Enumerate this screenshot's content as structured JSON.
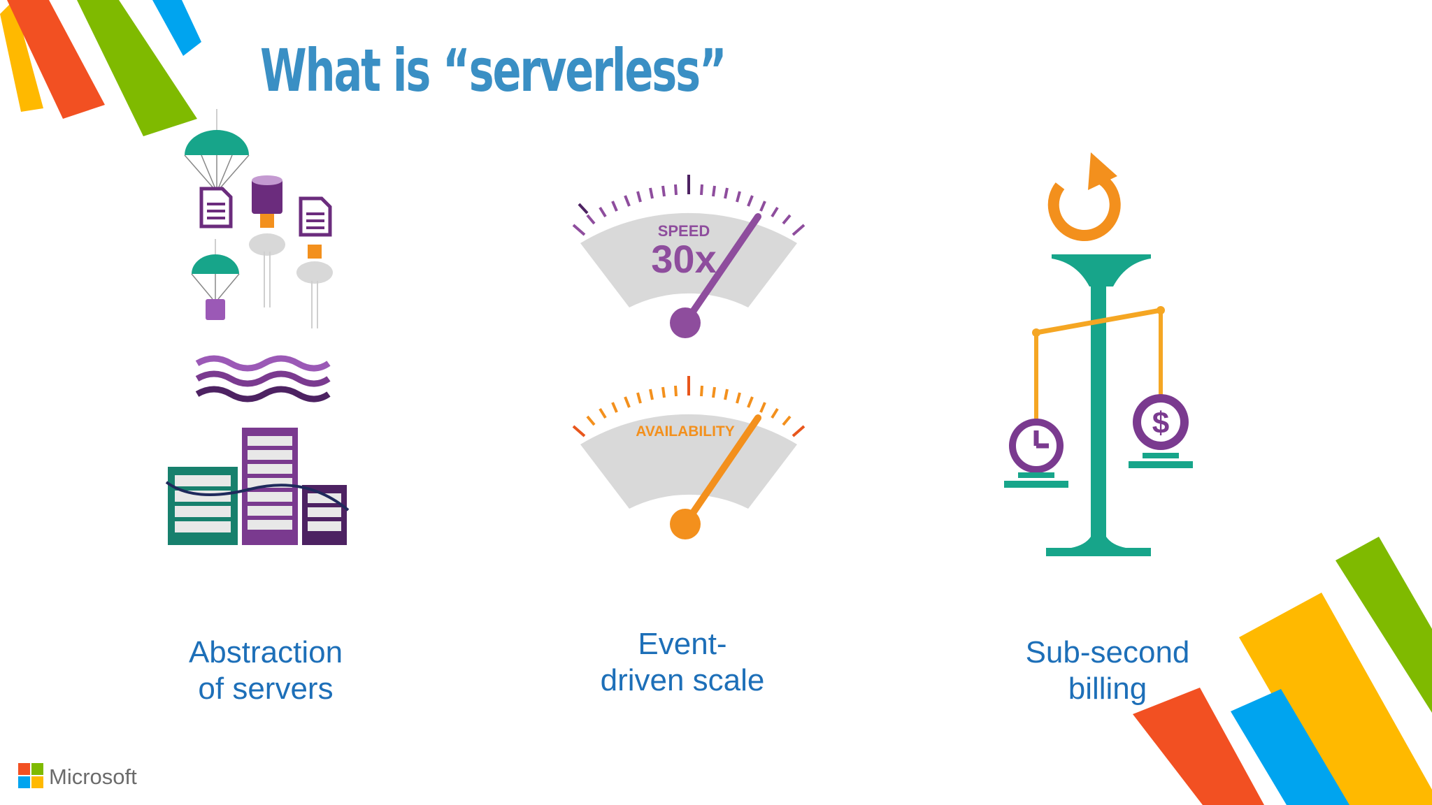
{
  "slide": {
    "title": "What is “serverless”",
    "brand": "Microsoft"
  },
  "features": [
    {
      "caption": "Abstraction\nof servers",
      "icon": "servers-parachute-icon"
    },
    {
      "caption": "Event-\ndriven scale",
      "icon": "speed-availability-gauges-icon"
    },
    {
      "caption": "Sub-second\nbilling",
      "icon": "balance-scale-icon"
    }
  ],
  "gauges": {
    "speed": {
      "label": "SPEED",
      "value": "30x",
      "color": "#8e4d9d"
    },
    "availability": {
      "label": "AVAILABILITY",
      "color": "#f3901d"
    }
  },
  "colors": {
    "title": "#3a8fc4",
    "caption": "#1d6fb8",
    "purple": "#6b2c7d",
    "teal": "#17a58a",
    "orange": "#f3901d",
    "ms_red": "#f25022",
    "ms_green": "#7fba00",
    "ms_blue": "#00a4ef",
    "ms_yellow": "#ffb900"
  }
}
